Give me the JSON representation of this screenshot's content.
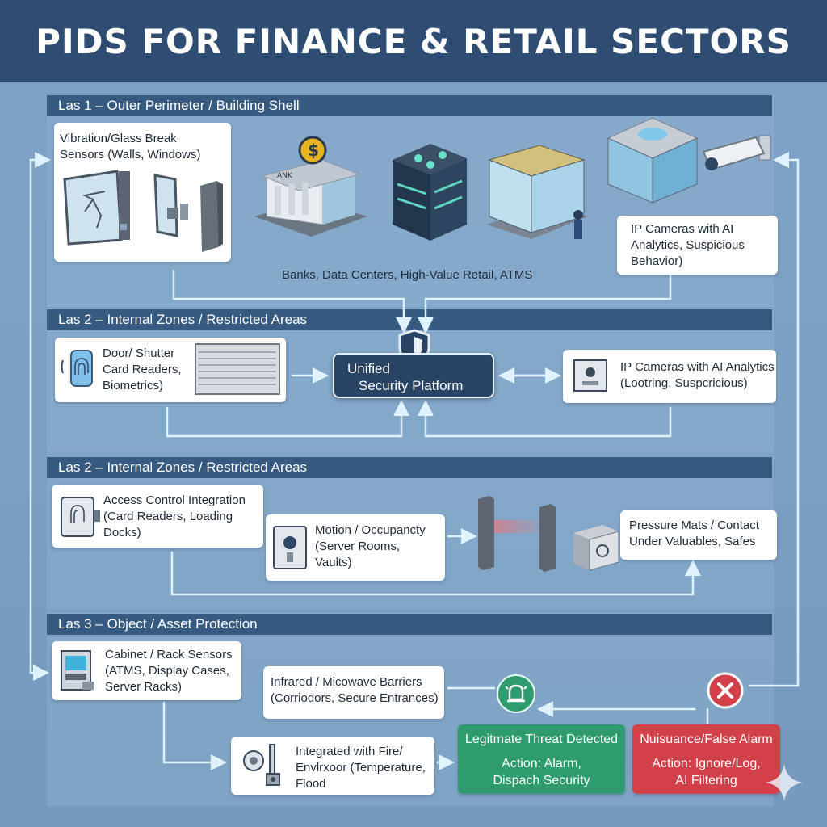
{
  "title": "PIDS FOR FINANCE & RETAIL SECTORS",
  "layers": [
    {
      "header": "Las 1 – Outer Perimeter / Building Shell"
    },
    {
      "header": "Las 2 – Internal Zones / Restricted Areas"
    },
    {
      "header": "Las 2 – Internal Zones / Restricted Areas"
    },
    {
      "header": "Las 3 – Object / Asset Protection"
    }
  ],
  "layer1": {
    "vibration": "Vibration/Glass Break\nSensors (Walls, Windows)",
    "buildings_caption": "Banks, Data Centers, High-Value Retail, ATMS",
    "ip_cameras": "IP Cameras with AI\nAnalytics, Suspicious\nBehavior)",
    "bank_sign": "ANK"
  },
  "layer2": {
    "door": "Door/ Shutter\nCard Readers,\nBiometrics)",
    "platform_line1": "Unified",
    "platform_line2": "Security Platform",
    "ip_cameras": "IP Cameras with AI Analytics\n(Lootring, Suspcricious)"
  },
  "layer2b": {
    "access": "Access Control Integration\n(Card Readers, Loading Docks)",
    "motion": "Motion / Occupancty\n(Server Rooms,\nVaults)",
    "pressure": "Pressure Mats / Contact\nUnder Valuables, Safes"
  },
  "layer3": {
    "cabinet": "Cabinet / Rack Sensors\n(ATMS, Display Cases,\nServer Racks)",
    "infrared": "Infrared / Micowave Barriers\n(Corriodors, Secure Entrances)",
    "fire": "Integrated with Fire/\nEnvlrxoor (Temperature,\nFlood"
  },
  "outcomes": {
    "legit_head": "Legitmate Threat Detected",
    "legit_line1": "Action: Alarm,",
    "legit_line2": "Dispach Security",
    "false_head": "Nuisuance/False Alarm",
    "false_line1": "Action: Ignore/Log,",
    "false_line2": "AI Filtering"
  },
  "colors": {
    "title_bar": "#2f4d72",
    "layer_header": "#375a80",
    "connector": "#dff2ff",
    "legit": "#2e9c6e",
    "false_alarm": "#d2414a",
    "platform": "#2a4466"
  }
}
